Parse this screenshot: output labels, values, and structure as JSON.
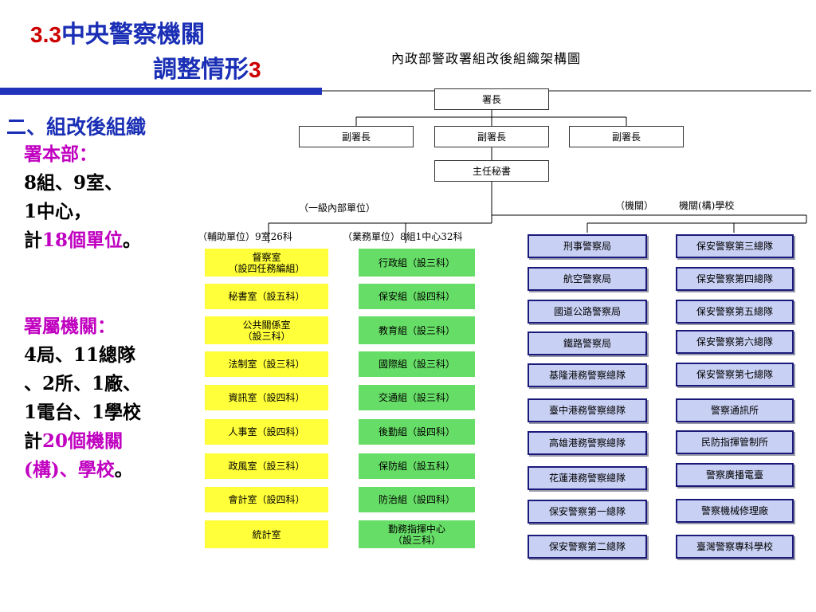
{
  "slide": {
    "title_num": "3.3",
    "title_text": "中央警察機關",
    "title_line2_text": "調整情形",
    "title_line2_num": "3"
  },
  "left": {
    "section_heading": "二、組改後組織",
    "hq_label": "署本部：",
    "hq_line1": "8組、9室、",
    "hq_line2": "1中心，",
    "hq_total_prefix": "計",
    "hq_total_value": "18個單位",
    "hq_total_suffix": "。",
    "agencies_label": "署屬機關：",
    "agencies_line1": "4局、11總隊",
    "agencies_line2": "、2所、1廠、",
    "agencies_line3": "1電台、1學校",
    "agencies_total_prefix": "計",
    "agencies_total_value": "20個機關",
    "agencies_total_line2": "(構)、學校",
    "agencies_total_suffix": "。"
  },
  "chart": {
    "title": "內政部警政署組改後組織架構圖",
    "director": "署長",
    "deputies": [
      "副署長",
      "副署長",
      "副署長"
    ],
    "chief_secretary": "主任秘書",
    "label_internal": "（一級內部單位）",
    "label_agencies_a": "（機關）",
    "label_agencies_b": "機關(構)學校",
    "label_support": "（輔助單位）9室26科",
    "label_business": "（業務單位）8組1中心32科",
    "support_units": [
      "督察室\n（設四任務編組）",
      "秘書室（設五科）",
      "公共關係室\n（設三科）",
      "法制室（設三科）",
      "資訊室（設四科）",
      "人事室（設四科）",
      "政風室（設三科）",
      "會計室（設四科）",
      "統計室"
    ],
    "business_units": [
      "行政組（設三科）",
      "保安組（設四科）",
      "教育組（設三科）",
      "國際組（設三科）",
      "交通組（設三科）",
      "後勤組（設四科）",
      "保防組（設五科）",
      "防治組（設四科）",
      "勤務指揮中心\n（設三科）"
    ],
    "agencies_col1": [
      "刑事警察局",
      "航空警察局",
      "國道公路警察局",
      "鐵路警察局",
      "基隆港務警察總隊",
      "臺中港務警察總隊",
      "高雄港務警察總隊",
      "花蓮港務警察總隊",
      "保安警察第一總隊",
      "保安警察第二總隊"
    ],
    "agencies_col2": [
      "保安警察第三總隊",
      "保安警察第四總隊",
      "保安警察第五總隊",
      "保安警察第六總隊",
      "保安警察第七總隊",
      "警察通訊所",
      "民防指揮管制所",
      "警察廣播電臺",
      "警察機械修理廠",
      "臺灣警察專科學校"
    ],
    "colors": {
      "support_fill": "#ffff3a",
      "business_fill": "#66dd66",
      "agency_fill": "#c8d0f4",
      "agency_border": "#1a1a7a"
    }
  }
}
